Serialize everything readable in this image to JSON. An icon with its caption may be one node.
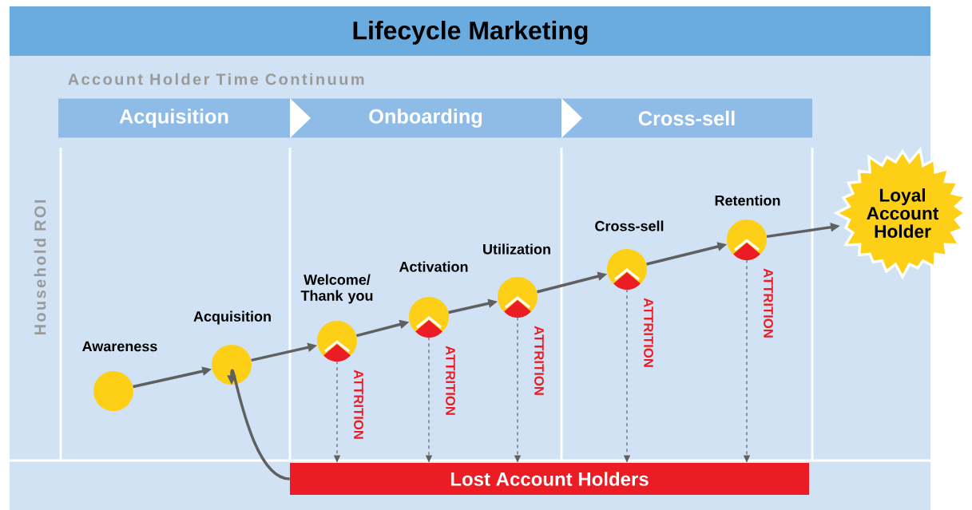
{
  "diagram": {
    "title": "Lifecycle Marketing",
    "nodes": [
      {
        "text": [
          "Acquisition"
        ]
      },
      {
        "text": [
          "Onboarding"
        ]
      },
      {
        "text": [
          "Cross-sell"
        ]
      },
      {
        "text": [
          "Awareness"
        ]
      },
      {
        "text": [
          "Acquisition"
        ]
      },
      {
        "text": [
          "Welcome/ Thank you"
        ]
      },
      {
        "text": [
          "Activation"
        ]
      },
      {
        "text": [
          "Utilization"
        ]
      },
      {
        "text": [
          "Cross-sell"
        ]
      },
      {
        "text": [
          "Retention"
        ]
      },
      {
        "text": [
          "Loyal Account Holder"
        ]
      },
      {
        "text": [
          "Lost Account Holders"
        ]
      }
    ],
    "edges": [
      {
        "from": 3,
        "to": 4,
        "arrow": "to"
      },
      {
        "from": 4,
        "to": 5,
        "arrow": "to"
      },
      {
        "from": 5,
        "to": 6,
        "arrow": "to"
      },
      {
        "from": 6,
        "to": 7,
        "arrow": "to"
      },
      {
        "from": 7,
        "to": 8,
        "arrow": "to"
      },
      {
        "from": 8,
        "to": 9,
        "arrow": "to"
      },
      {
        "from": 9,
        "to": 10,
        "arrow": "to"
      },
      {
        "from": 5,
        "to": 11,
        "arrow": "to",
        "style": "dashed",
        "label": "ATTRITION"
      },
      {
        "from": 6,
        "to": 11,
        "arrow": "to",
        "style": "dashed",
        "label": "ATTRITION"
      },
      {
        "from": 7,
        "to": 11,
        "arrow": "to",
        "style": "dashed",
        "label": "ATTRITION"
      },
      {
        "from": 8,
        "to": 11,
        "arrow": "to",
        "style": "dashed",
        "label": "ATTRITION"
      },
      {
        "from": 9,
        "to": 11,
        "arrow": "to",
        "style": "dashed",
        "label": "ATTRITION"
      },
      {
        "from": 11,
        "to": 4,
        "arrow": "to"
      }
    ],
    "labels": [
      "Account Holder Time Continuum",
      "Household ROI"
    ]
  }
}
